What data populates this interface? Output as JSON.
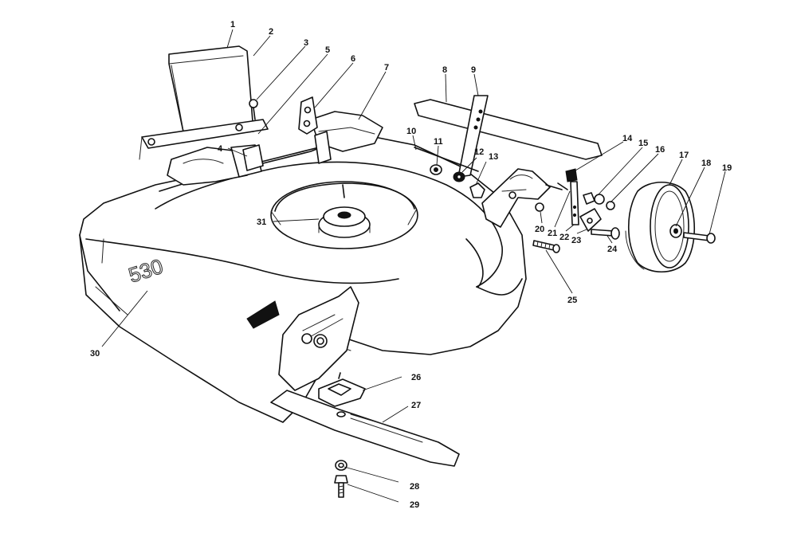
{
  "deck_marking": "530",
  "callouts": [
    {
      "id": "c1",
      "label": "1"
    },
    {
      "id": "c2",
      "label": "2"
    },
    {
      "id": "c3",
      "label": "3"
    },
    {
      "id": "c4",
      "label": "4"
    },
    {
      "id": "c5",
      "label": "5"
    },
    {
      "id": "c6",
      "label": "6"
    },
    {
      "id": "c7",
      "label": "7"
    },
    {
      "id": "c8",
      "label": "8"
    },
    {
      "id": "c9",
      "label": "9"
    },
    {
      "id": "c10",
      "label": "10"
    },
    {
      "id": "c11",
      "label": "11"
    },
    {
      "id": "c12",
      "label": "12"
    },
    {
      "id": "c13",
      "label": "13"
    },
    {
      "id": "c14",
      "label": "14"
    },
    {
      "id": "c15",
      "label": "15"
    },
    {
      "id": "c16",
      "label": "16"
    },
    {
      "id": "c17",
      "label": "17"
    },
    {
      "id": "c18",
      "label": "18"
    },
    {
      "id": "c19",
      "label": "19"
    },
    {
      "id": "c20",
      "label": "20"
    },
    {
      "id": "c21",
      "label": "21"
    },
    {
      "id": "c22",
      "label": "22"
    },
    {
      "id": "c23",
      "label": "23"
    },
    {
      "id": "c24",
      "label": "24"
    },
    {
      "id": "c25",
      "label": "25"
    },
    {
      "id": "c26",
      "label": "26"
    },
    {
      "id": "c27",
      "label": "27"
    },
    {
      "id": "c28",
      "label": "28"
    },
    {
      "id": "c29",
      "label": "29"
    },
    {
      "id": "c30",
      "label": "30"
    },
    {
      "id": "c31",
      "label": "31"
    }
  ],
  "colors": {
    "ink": "#111111",
    "paper": "#ffffff"
  }
}
